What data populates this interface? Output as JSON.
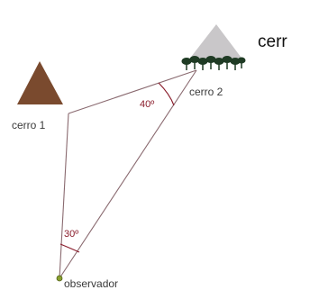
{
  "top_text": "cerr",
  "hills": {
    "hill1": {
      "label": "cerro 1",
      "color": "#7a4a2e"
    },
    "hill2": {
      "label": "cerro 2",
      "color": "#c9c7c9"
    }
  },
  "observer": {
    "label": "observador",
    "marker_color": "#8aa130"
  },
  "angles": {
    "at_hill2": "40º",
    "at_observer": "30º"
  },
  "colors": {
    "lines": "#8a6a70",
    "arc": "#8a1c2b",
    "trees": "#1f3b24"
  }
}
